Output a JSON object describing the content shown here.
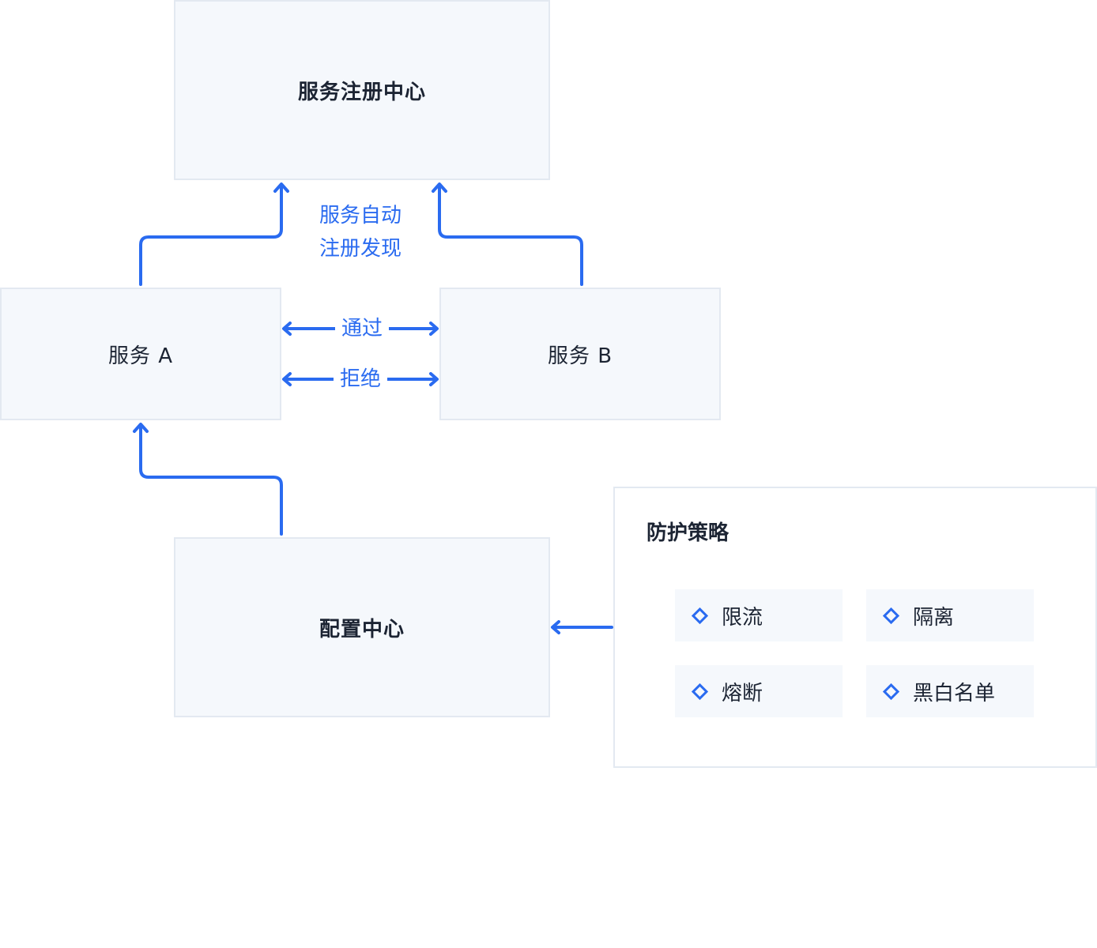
{
  "nodes": {
    "registry": "服务注册中心",
    "service_a": "服务 A",
    "service_b": "服务 B",
    "config_center": "配置中心"
  },
  "connections": {
    "registration": [
      "服务自动",
      "注册发现"
    ],
    "pass": "通过",
    "reject": "拒绝"
  },
  "protection_panel": {
    "title": "防护策略",
    "items": [
      "限流",
      "隔离",
      "熔断",
      "黑白名单"
    ]
  },
  "colors": {
    "accent": "#2a6bf0",
    "node_fill": "#f5f8fc",
    "node_border": "#e3e9f1",
    "text": "#1c2433"
  },
  "icons": {
    "item_marker": "diamond-icon"
  }
}
